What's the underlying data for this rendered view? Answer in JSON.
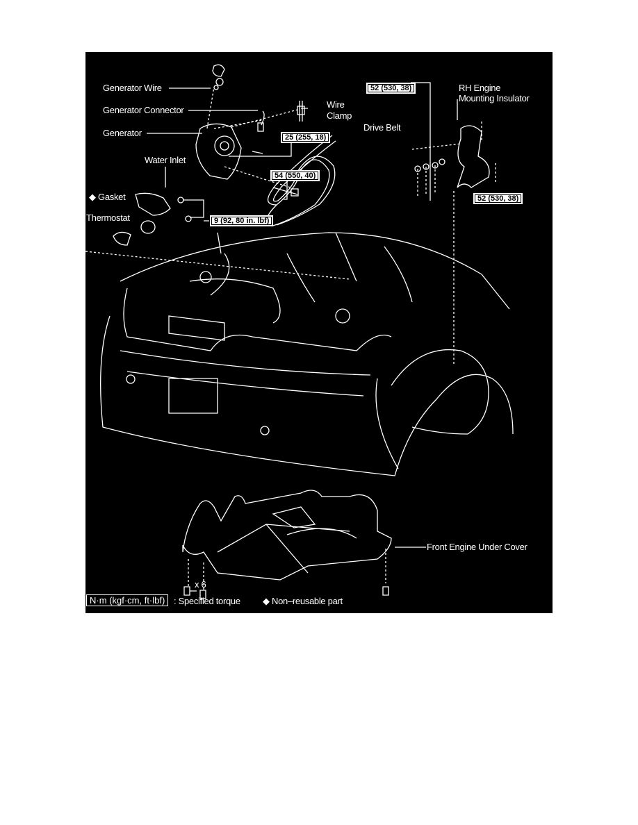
{
  "labels": {
    "generator_wire": "Generator Wire",
    "generator_connector": "Generator Connector",
    "generator": "Generator",
    "wire_clamp_1": "Wire",
    "wire_clamp_2": "Clamp",
    "water_inlet": "Water Inlet",
    "gasket": "◆ Gasket",
    "thermostat": "Thermostat",
    "drive_belt": "Drive Belt",
    "rh_mount_1": "RH Engine",
    "rh_mount_2": "Mounting Insulator",
    "front_under_cover": "Front Engine Under Cover",
    "bolt_count": "x 6"
  },
  "torques": {
    "generator_bolt_upper": "25 (255, 18)",
    "generator_bolt_lower": "54 (550, 40)",
    "water_inlet_nuts": "9 (92, 80 in. lbf)",
    "mount_top": "52 (530, 38)",
    "mount_bottom": "52 (530, 38)"
  },
  "legend": {
    "unit_box": "N·m (kgf·cm, ft·lbf)",
    "unit_desc": ": Specified torque",
    "nonreusable": "◆ Non–reusable part"
  }
}
